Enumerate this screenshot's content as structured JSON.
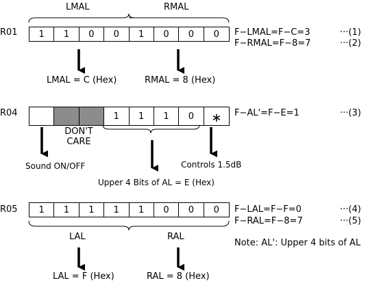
{
  "registers": [
    {
      "name": "R01",
      "cells": [
        "1",
        "1",
        "0",
        "0",
        "1",
        "0",
        "0",
        "0"
      ],
      "group_left": "LMAL",
      "group_right": "RMAL",
      "equations": [
        {
          "text": "F−LMAL=F−C=3",
          "ref": "···(1)"
        },
        {
          "text": "F−RMAL=F−8=7",
          "ref": "···(2)"
        }
      ],
      "results": [
        "LMAL = C (Hex)",
        "RMAL = 8 (Hex)"
      ]
    },
    {
      "name": "R04",
      "cells": [
        "",
        "",
        "",
        "1",
        "1",
        "1",
        "0",
        "∗"
      ],
      "dont_care": "DON'T CARE",
      "equations": [
        {
          "text": "F−AL'=F−E=1",
          "ref": "···(3)"
        }
      ],
      "results": [
        "Sound ON/OFF",
        "Upper 4 Bits of AL = E (Hex)",
        "Controls 1.5dB"
      ]
    },
    {
      "name": "R05",
      "cells": [
        "1",
        "1",
        "1",
        "1",
        "1",
        "0",
        "0",
        "0"
      ],
      "group_left": "LAL",
      "group_right": "RAL",
      "equations": [
        {
          "text": "F−LAL=F−F=0",
          "ref": "···(4)"
        },
        {
          "text": "F−RAL=F−8=7",
          "ref": "···(5)"
        }
      ],
      "results": [
        "LAL = F (Hex)",
        "RAL = 8 (Hex)"
      ]
    }
  ],
  "note": "Note: AL': Upper 4 bits of AL"
}
